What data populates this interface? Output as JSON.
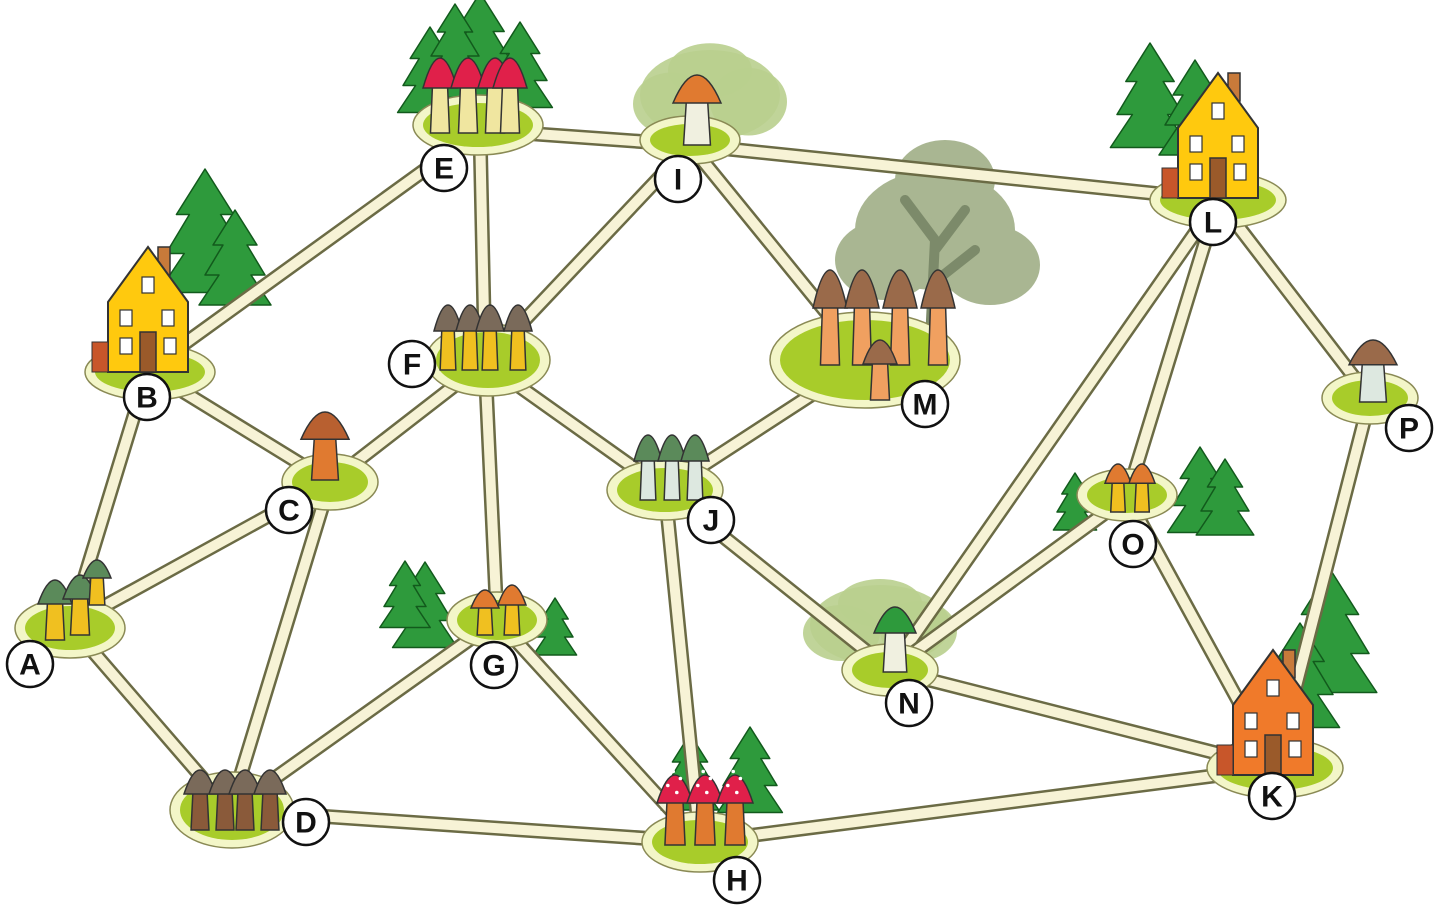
{
  "nodes": [
    {
      "id": "A",
      "label": "A",
      "type": "mushrooms-green"
    },
    {
      "id": "B",
      "label": "B",
      "type": "house-yellow"
    },
    {
      "id": "C",
      "label": "C",
      "type": "mushroom-single-brown"
    },
    {
      "id": "D",
      "label": "D",
      "type": "mushrooms-brown"
    },
    {
      "id": "E",
      "label": "E",
      "type": "mushrooms-red"
    },
    {
      "id": "F",
      "label": "F",
      "type": "mushrooms-grey-yellow"
    },
    {
      "id": "G",
      "label": "G",
      "type": "mushrooms-orange"
    },
    {
      "id": "H",
      "label": "H",
      "type": "mushrooms-fly-agaric"
    },
    {
      "id": "I",
      "label": "I",
      "type": "mushroom-single-orange"
    },
    {
      "id": "J",
      "label": "J",
      "type": "mushrooms-green-pale"
    },
    {
      "id": "K",
      "label": "K",
      "type": "house-orange"
    },
    {
      "id": "L",
      "label": "L",
      "type": "house-yellow"
    },
    {
      "id": "M",
      "label": "M",
      "type": "mushrooms-big-brown"
    },
    {
      "id": "N",
      "label": "N",
      "type": "mushroom-single-green"
    },
    {
      "id": "O",
      "label": "O",
      "type": "mushrooms-orange-small"
    },
    {
      "id": "P",
      "label": "P",
      "type": "mushroom-single-pale"
    }
  ],
  "edges": [
    [
      "A",
      "B"
    ],
    [
      "A",
      "C"
    ],
    [
      "A",
      "D"
    ],
    [
      "B",
      "C"
    ],
    [
      "B",
      "E"
    ],
    [
      "C",
      "D"
    ],
    [
      "C",
      "F"
    ],
    [
      "D",
      "G"
    ],
    [
      "D",
      "H"
    ],
    [
      "E",
      "F"
    ],
    [
      "E",
      "I"
    ],
    [
      "F",
      "G"
    ],
    [
      "F",
      "I"
    ],
    [
      "F",
      "J"
    ],
    [
      "G",
      "H"
    ],
    [
      "H",
      "J"
    ],
    [
      "H",
      "K"
    ],
    [
      "I",
      "L"
    ],
    [
      "I",
      "M"
    ],
    [
      "J",
      "M"
    ],
    [
      "J",
      "N"
    ],
    [
      "K",
      "N"
    ],
    [
      "K",
      "O"
    ],
    [
      "K",
      "P"
    ],
    [
      "L",
      "N"
    ],
    [
      "L",
      "O"
    ],
    [
      "L",
      "P"
    ],
    [
      "N",
      "O"
    ]
  ],
  "colors": {
    "path_fill": "#f7f3d6",
    "path_outline": "#6b6b45",
    "grass": "#a8cc2a",
    "grass_light": "#f3f6c8",
    "tree": "#2e9a3c",
    "tree_dark": "#1e7a2a",
    "bush": "#b9cf8e",
    "house_yellow": "#ffc90e",
    "house_orange": "#f07a2a"
  }
}
